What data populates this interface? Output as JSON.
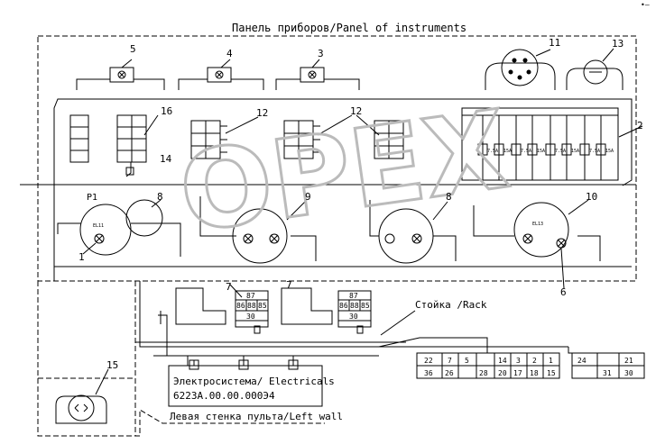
{
  "title_panel": "Панель приборов/Panel of instruments",
  "label_rack": "Стойка /Rack",
  "label_electrics": "Электросистема/ Electricals",
  "label_part_number": "6223А.00.00.000Э4",
  "label_left_wall": "Левая стенка пульта/Left wall",
  "label_p1": "P1",
  "callouts": [
    "1",
    "2",
    "3",
    "4",
    "5",
    "6",
    "7",
    "7",
    "8",
    "8",
    "9",
    "10",
    "11",
    "12",
    "12",
    "13",
    "14",
    "15",
    "16"
  ],
  "relay_pins": [
    "87",
    "86",
    "88",
    "85",
    "30"
  ],
  "fuse_labels": [
    "7.5A",
    "15A",
    "7.5A",
    "15A",
    "7.5A",
    "15A",
    "7.5A",
    "15A"
  ],
  "lamp_labels": [
    "EL11",
    "EL13"
  ],
  "connector_a": {
    "top": [
      "22",
      "7",
      "5"
    ],
    "bottom": [
      "36",
      "26",
      "28"
    ]
  },
  "connector_b": {
    "top": [
      "14",
      "3",
      "2",
      "1"
    ],
    "bottom": [
      "20",
      "17",
      "18",
      "15"
    ]
  },
  "connector_c": {
    "top": [
      "24",
      "",
      "21"
    ],
    "bottom": [
      "",
      "31",
      "30"
    ]
  },
  "watermark": "OPEX",
  "corner_mark": "•—"
}
